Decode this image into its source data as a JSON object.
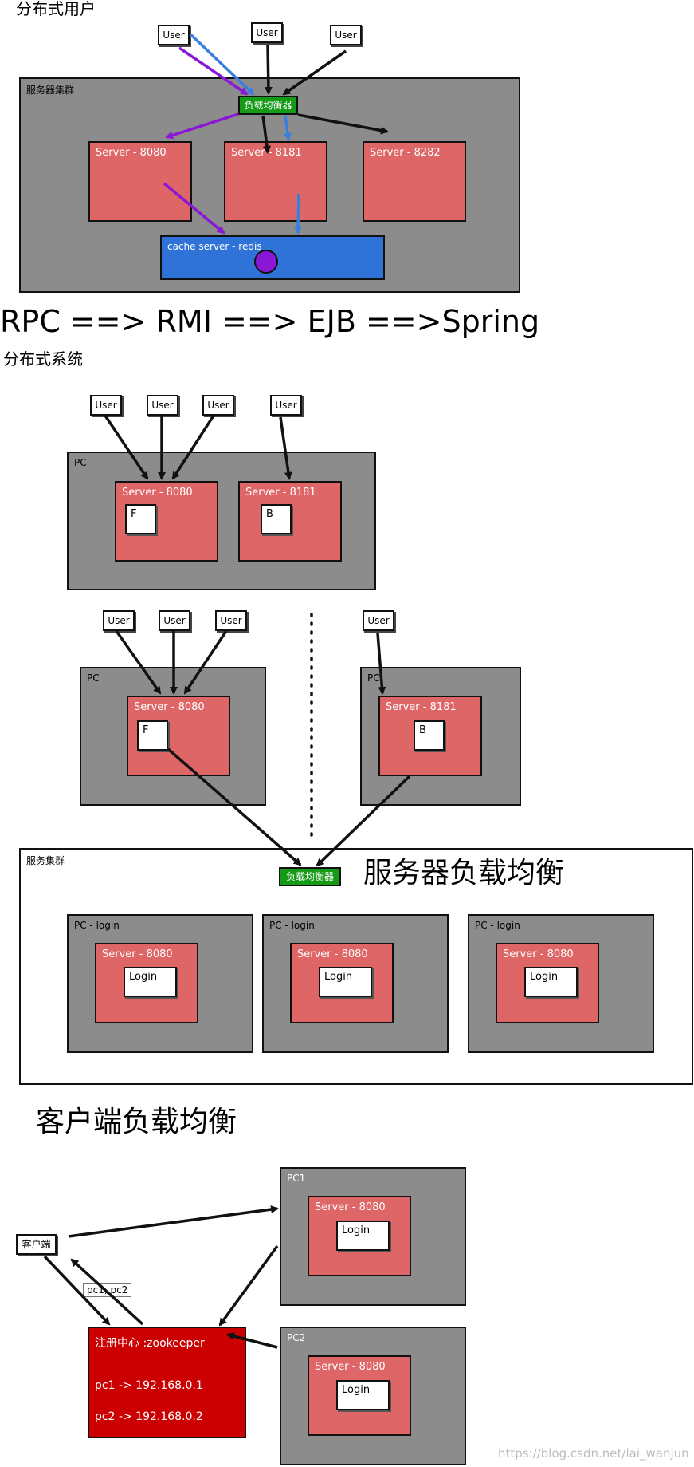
{
  "section1": {
    "title": "分布式用户",
    "users": [
      "User",
      "User",
      "User"
    ],
    "cluster_label": "服务器集群",
    "load_balancer": "负载均衡器",
    "servers": [
      "Server - 8080",
      "Server - 8181",
      "Server - 8282"
    ],
    "cache": "cache server - redis"
  },
  "formula": "RPC ==> RMI ==> EJB ==>Spring",
  "section2": {
    "title": "分布式系统",
    "users": [
      "User",
      "User",
      "User",
      "User"
    ],
    "pc_label": "PC",
    "servers": [
      "Server - 8080",
      "Server - 8181"
    ],
    "modules": [
      "F",
      "B"
    ]
  },
  "section3": {
    "users": [
      "User",
      "User",
      "User",
      "User"
    ],
    "pc_label": "PC",
    "servers": [
      "Server - 8080",
      "Server - 8181"
    ],
    "modules": [
      "F",
      "B"
    ],
    "cluster_label": "服务集群",
    "load_balancer": "负载均衡器",
    "heading": "服务器负载均衡",
    "login_pcs": [
      {
        "pc": "PC - login",
        "server": "Server - 8080",
        "module": "Login"
      },
      {
        "pc": "PC - login",
        "server": "Server - 8080",
        "module": "Login"
      },
      {
        "pc": "PC - login",
        "server": "Server - 8080",
        "module": "Login"
      }
    ]
  },
  "section4": {
    "heading": "客户端负载均衡",
    "client": "客户端",
    "list_tag": "pc1, pc2",
    "registry": {
      "title": "注册中心 :zookeeper",
      "entries": [
        "pc1 -> 192.168.0.1",
        "pc2 -> 192.168.0.2"
      ]
    },
    "pcs": [
      {
        "pc": "PC1",
        "server": "Server - 8080",
        "module": "Login"
      },
      {
        "pc": "PC2",
        "server": "Server - 8080",
        "module": "Login"
      }
    ]
  },
  "watermark": "https://blog.csdn.net/lai_wanjun",
  "colors": {
    "server_red": "#df6666",
    "cluster_gray": "#8c8c8c",
    "load_balancer_green": "#159a15",
    "cache_blue": "#2f73d8",
    "registry_red": "#cc0000",
    "arrow_purple": "#8a16d6",
    "arrow_blue": "#3a7fe0"
  }
}
